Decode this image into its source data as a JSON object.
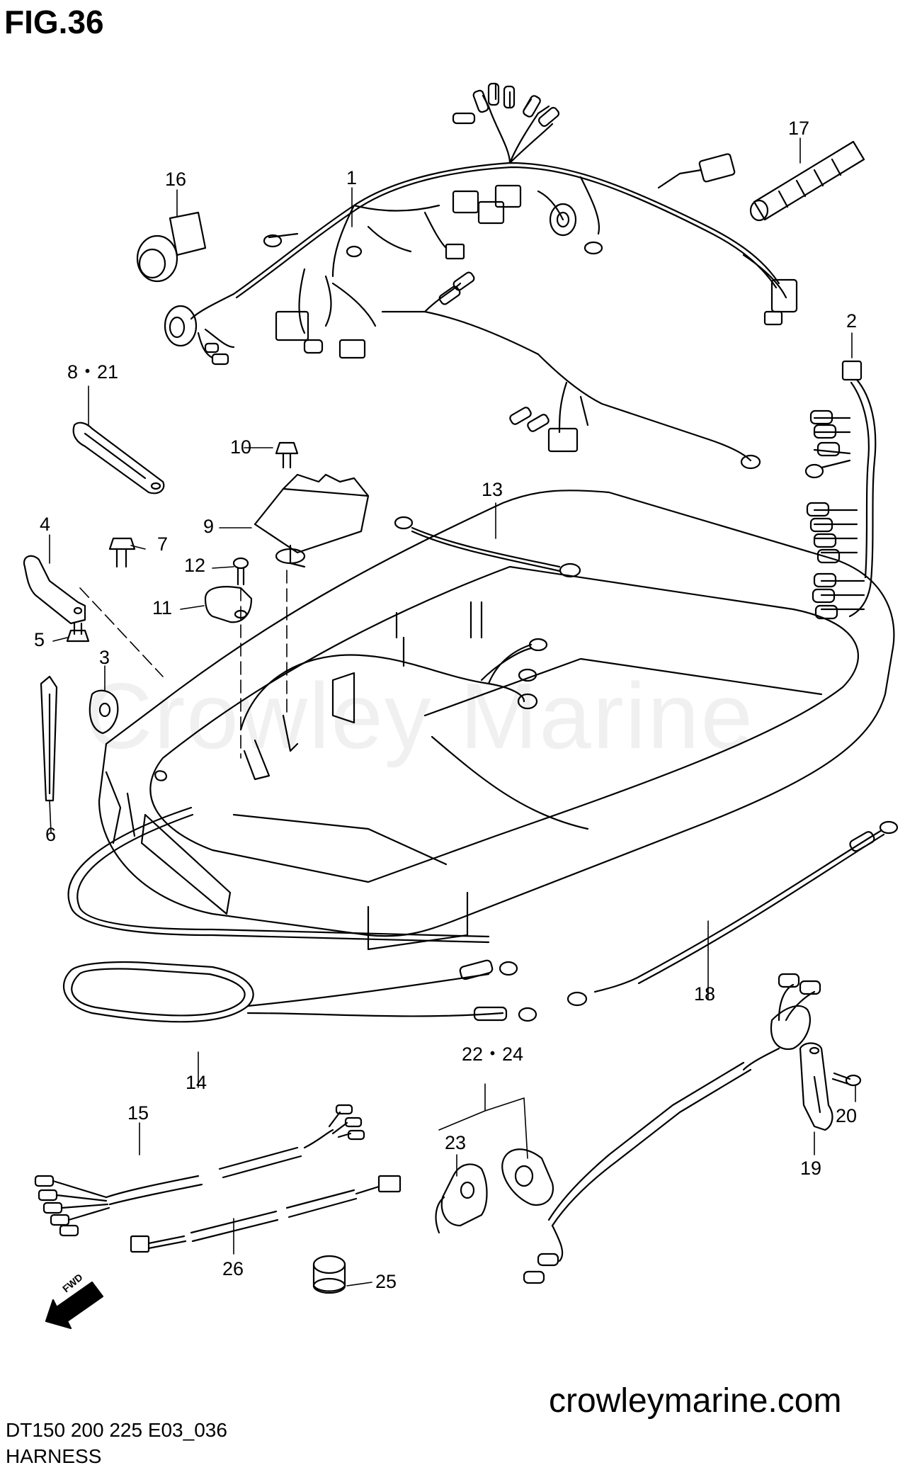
{
  "figure": {
    "title": "FIG.36"
  },
  "watermark": "Crowley Marine",
  "footer": {
    "website": "crowleymarine.com",
    "model_code": "DT150 200 225 E03_036",
    "section_name": "HARNESS"
  },
  "fwd_label": "FWD",
  "callouts": {
    "c1": "1",
    "c2": "2",
    "c3": "3",
    "c4": "4",
    "c5": "5",
    "c6": "6",
    "c7": "7",
    "c8_21": "8・21",
    "c9": "9",
    "c10": "10",
    "c11": "11",
    "c12": "12",
    "c13": "13",
    "c14": "14",
    "c15": "15",
    "c16": "16",
    "c17": "17",
    "c18": "18",
    "c19": "19",
    "c20": "20",
    "c22_24": "22・24",
    "c23": "23",
    "c25": "25",
    "c26": "26"
  }
}
